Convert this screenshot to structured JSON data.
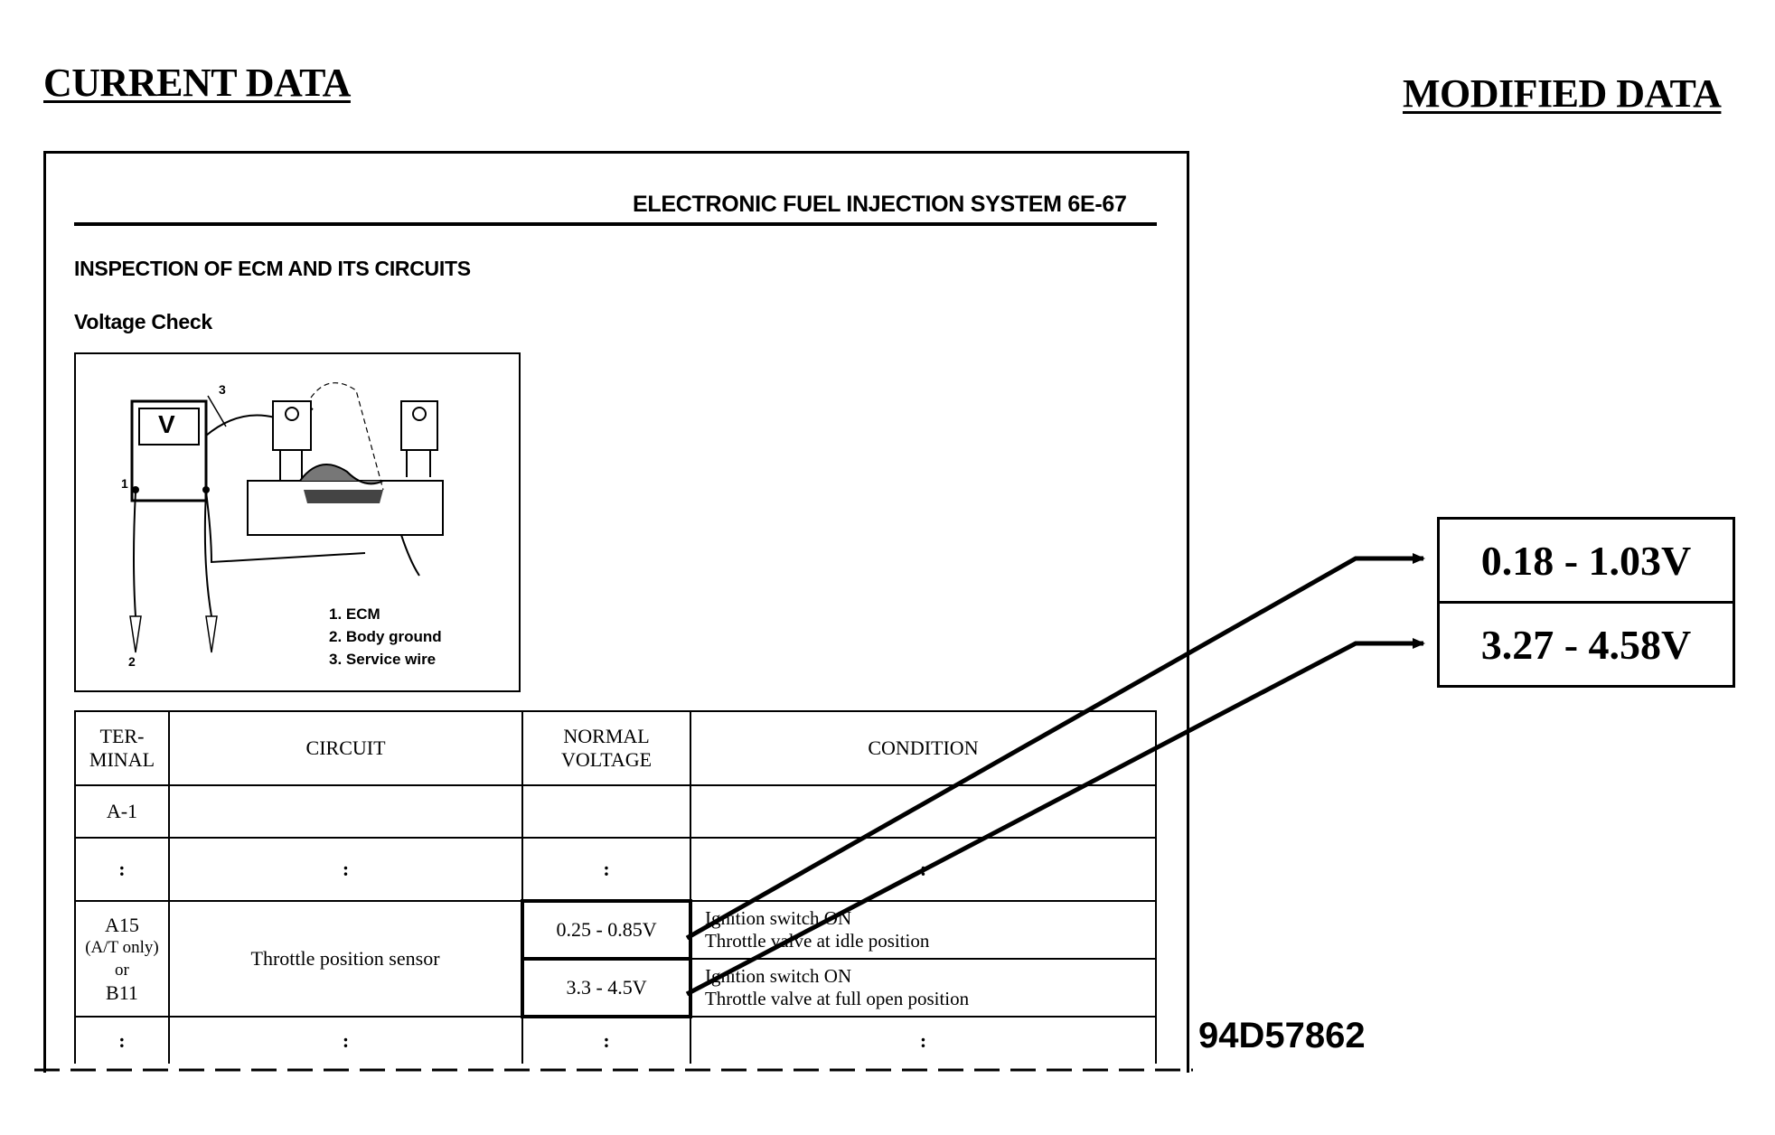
{
  "headings": {
    "current": "CURRENT DATA",
    "modified": "MODIFIED DATA"
  },
  "page": {
    "running_head": "ELECTRONIC FUEL INJECTION SYSTEM  6E-67",
    "section_title": "INSPECTION OF ECM AND ITS CIRCUITS",
    "subsection_title": "Voltage Check"
  },
  "figure": {
    "meter_letter": "V",
    "callouts": [
      "1",
      "2",
      "3"
    ],
    "legend": [
      "1.  ECM",
      "2.  Body ground",
      "3.  Service wire"
    ]
  },
  "table": {
    "headers": {
      "terminal": [
        "TER-",
        "MINAL"
      ],
      "circuit": "CIRCUIT",
      "voltage": [
        "NORMAL",
        "VOLTAGE"
      ],
      "condition": "CONDITION"
    },
    "row_a1": {
      "terminal": "A-1"
    },
    "continuation": ":",
    "row_tps": {
      "terminal": [
        "A15",
        "(A/T only)",
        "or",
        "B11"
      ],
      "circuit": "Throttle position sensor",
      "voltage_idle": "0.25 - 0.85V",
      "voltage_full": "3.3 - 4.5V",
      "condition_idle": [
        "Ignition switch ON",
        "Throttle valve at idle position"
      ],
      "condition_full": [
        "Ignition switch ON",
        "Throttle valve at full open position"
      ]
    }
  },
  "modified": {
    "idle_voltage": "0.18 - 1.03V",
    "full_voltage": "3.27 - 4.58V"
  },
  "reference_code": "94D57862"
}
